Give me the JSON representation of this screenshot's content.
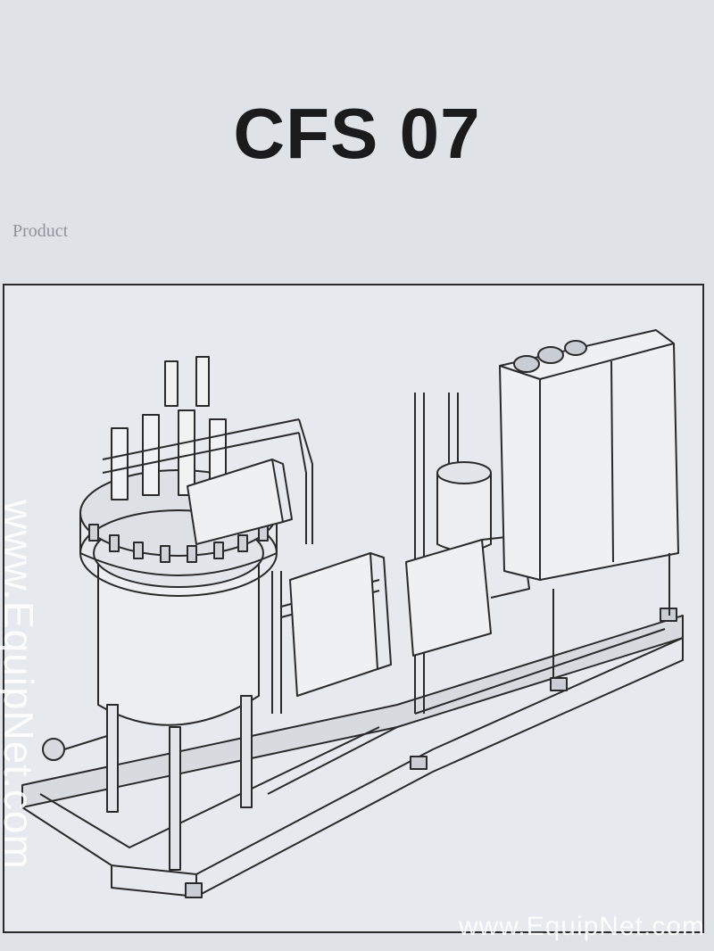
{
  "document": {
    "title": "CFS 07",
    "section_heading": "Product"
  },
  "watermark": {
    "site": "www.EquipNet.com"
  },
  "drawing": {
    "subject": "skid-mounted-process-vessel-system",
    "line_color": "#2a2a2a",
    "paper_color": "#e6e9ed"
  }
}
